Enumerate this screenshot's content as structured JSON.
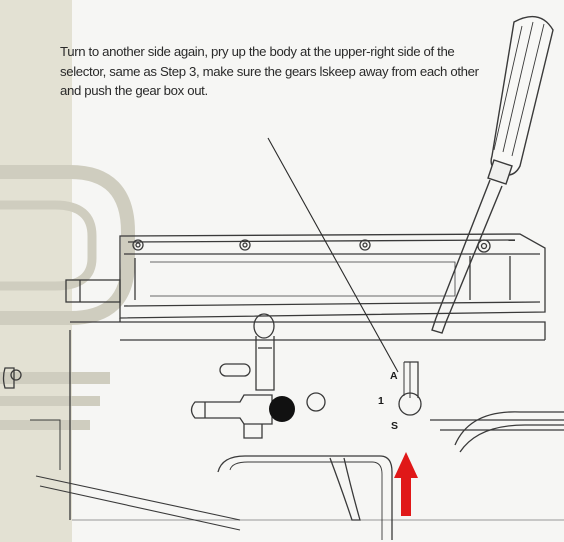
{
  "instruction": {
    "text": "Turn to another side again, pry up the body at the upper-right side of the selector, same as Step 3, make sure the gears lskeep away from each other and push the gear box out."
  },
  "selector_labels": {
    "a": "A",
    "one": "1",
    "s": "S"
  },
  "colors": {
    "arrow": "#e01818",
    "line": "#3a3a3a",
    "logo": "#c9c7b8",
    "band": "#e3e1d3"
  },
  "icons": {
    "tool": "screwdriver-icon",
    "direction": "red-up-arrow-icon",
    "watermark": "logo-watermark"
  }
}
